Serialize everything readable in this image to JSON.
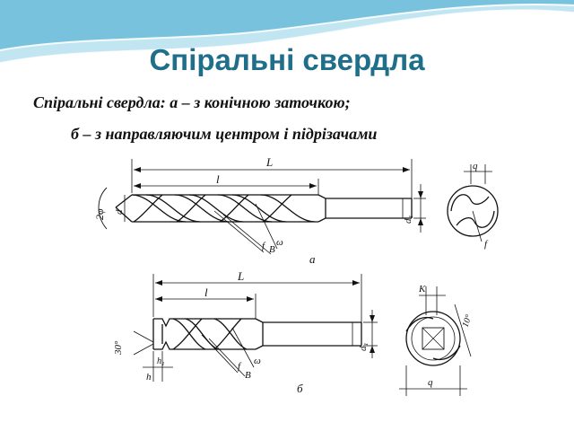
{
  "slide": {
    "title": "Спіральні свердла",
    "subtitle_bold": "Спіральні свердла:",
    "subtitle_rest": " а – з конічною заточкою;",
    "subtitle_line2": "б – з направляючим центром і підрізачами",
    "theme": {
      "title_color": "#1f6f8b",
      "wave_color": "#5ab4d6"
    }
  },
  "figure": {
    "label_a": "а",
    "label_b": "б",
    "drill_a": {
      "length_total": "L",
      "length_flute": "l",
      "dia": "d",
      "shank_dia": "d₁",
      "angle": "2φ",
      "helix": "ω",
      "land": "B",
      "margin": "f"
    },
    "drill_b": {
      "length_total": "L",
      "length_flute": "l",
      "dia": "d₁",
      "angle": "30°",
      "h": "h",
      "h1": "h₁",
      "helix": "ω",
      "land": "B",
      "margin": "f"
    },
    "section_a": {
      "q": "q",
      "f": "f"
    },
    "section_b": {
      "k": "K",
      "angle": "10°",
      "q": "q"
    }
  }
}
